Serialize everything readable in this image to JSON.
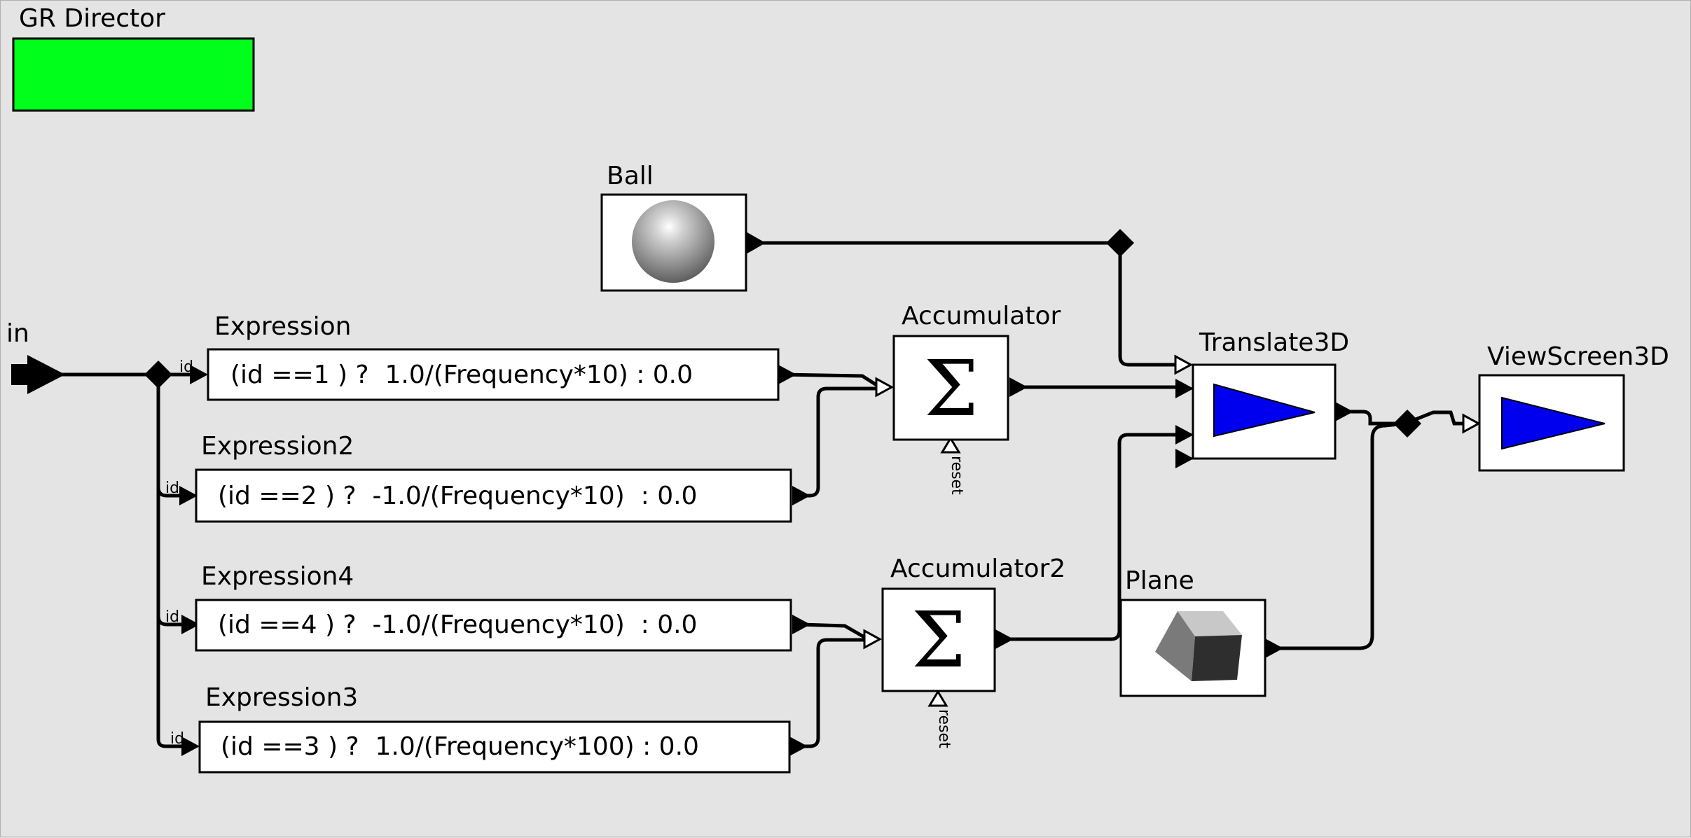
{
  "director": {
    "label": "GR Director",
    "color": "#00ff1a"
  },
  "in_port": {
    "label": "in"
  },
  "actors": {
    "ball": {
      "label": "Ball",
      "icon": "sphere-icon"
    },
    "expression": {
      "label": "Expression",
      "expr": "(id ==1 ) ?  1.0/(Frequency*10) : 0.0",
      "port": "id"
    },
    "expression2": {
      "label": "Expression2",
      "expr": "(id ==2 ) ?  -1.0/(Frequency*10)  : 0.0",
      "port": "id"
    },
    "expression4": {
      "label": "Expression4",
      "expr": "(id ==4 ) ?  -1.0/(Frequency*10)  : 0.0",
      "port": "id"
    },
    "expression3": {
      "label": "Expression3",
      "expr": "(id ==3 ) ?  1.0/(Frequency*100) : 0.0",
      "port": "id"
    },
    "accumulator": {
      "label": "Accumulator",
      "symbol": "Σ",
      "reset": "reset",
      "icon": "sigma-icon"
    },
    "accumulator2": {
      "label": "Accumulator2",
      "symbol": "Σ",
      "reset": "reset",
      "icon": "sigma-icon"
    },
    "translate3d": {
      "label": "Translate3D",
      "icon": "blue-triangle-icon"
    },
    "plane": {
      "label": "Plane",
      "icon": "cube-icon"
    },
    "viewscreen3d": {
      "label": "ViewScreen3D",
      "icon": "blue-triangle-icon"
    }
  },
  "colors": {
    "triangle": "#0000ee",
    "background": "#e4e4e4"
  }
}
